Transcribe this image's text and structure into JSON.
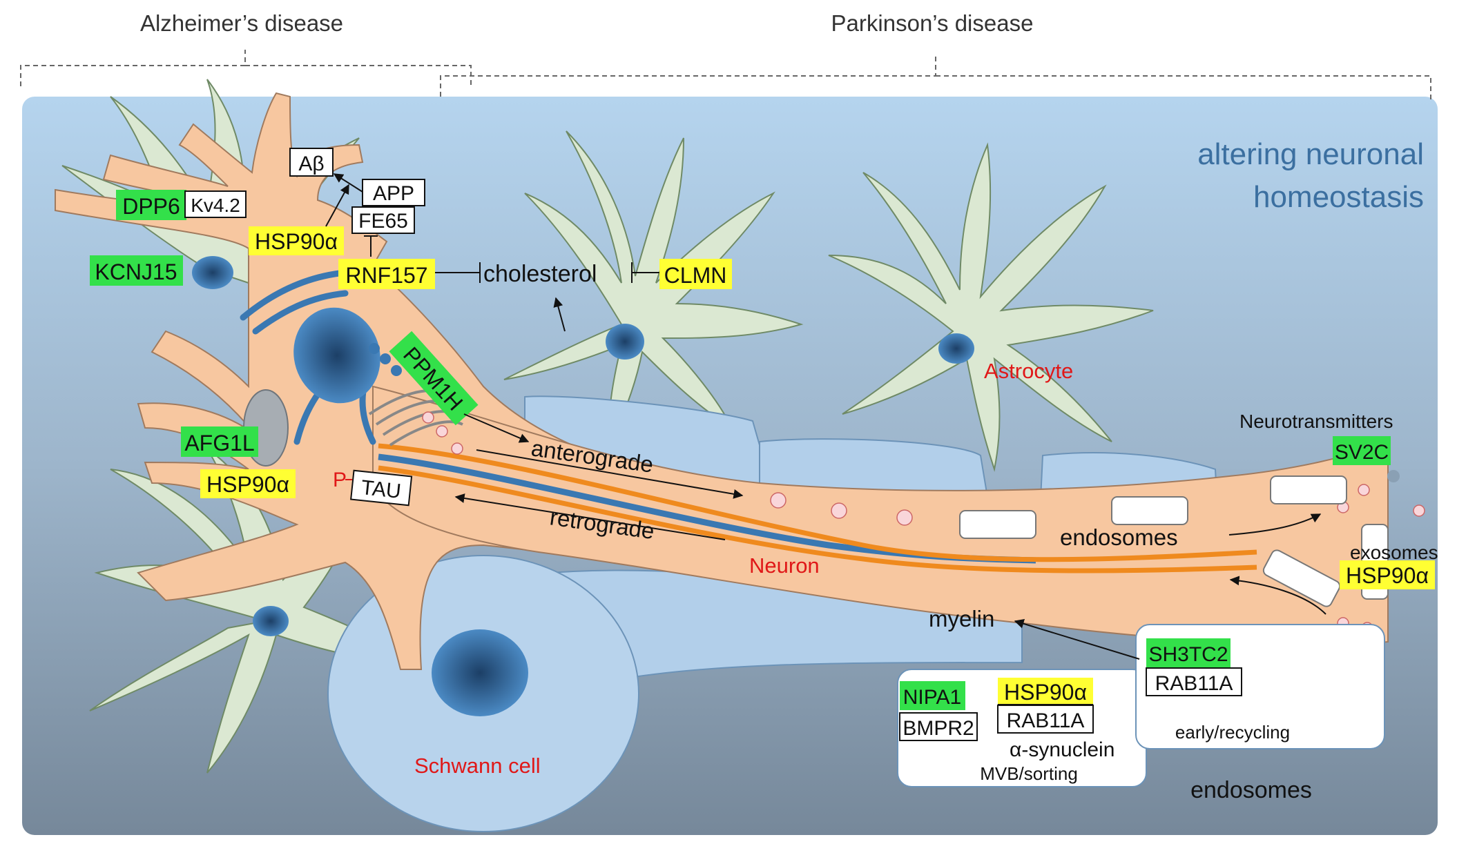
{
  "header": {
    "alzheimers": "Alzheimer’s disease",
    "parkinsons": "Parkinson’s disease"
  },
  "title": {
    "line1": "altering neuronal",
    "line2": "homeostasis"
  },
  "cells": {
    "astrocyte": "Astrocyte",
    "neuron": "Neuron",
    "schwann": "Schwann cell"
  },
  "labels": {
    "abeta": "Aβ",
    "app": "APP",
    "fe65": "FE65",
    "kv42": "Kv4.2",
    "dpp6": "DPP6",
    "hsp90_1": "HSP90α",
    "kcnj15": "KCNJ15",
    "rnf157": "RNF157",
    "cholesterol": "cholesterol",
    "clmn": "CLMN",
    "ppm1h": "PPM1H",
    "afg1l": "AFG1L",
    "hsp90_2": "HSP90α",
    "phospho": "P",
    "tau": "TAU",
    "anterograde": "anterograde",
    "retrograde": "retrograde",
    "neurotransmitters": "Neurotransmitters",
    "sv2c": "SV2C",
    "endosomes_axon": "endosomes",
    "exosomes": "exosomes",
    "hsp90_3": "HSP90α",
    "myelin": "myelin",
    "sh3tc2": "SH3TC2",
    "rab11a_1": "RAB11A",
    "early_recycling": "early/recycling",
    "nipa1": "NIPA1",
    "bmpr2": "BMPR2",
    "hsp90_4": "HSP90α",
    "rab11a_2": "RAB11A",
    "alpha_synuclein": "α-synuclein",
    "mvb_sorting": "MVB/sorting",
    "endosomes_bottom": "endosomes"
  },
  "colors": {
    "green_tag": "#33e04a",
    "yellow_tag": "#ffff33",
    "neuron_fill": "#f7c7a0",
    "astrocyte_fill": "#dbe8d2",
    "background_top": "#aecde9",
    "background_bottom": "#7f8fa0",
    "organelle_blue": "#3a78b2",
    "microtubule_orange": "#ef8a1e",
    "label_red": "#e01818",
    "title_blue": "#3b6fa0"
  }
}
